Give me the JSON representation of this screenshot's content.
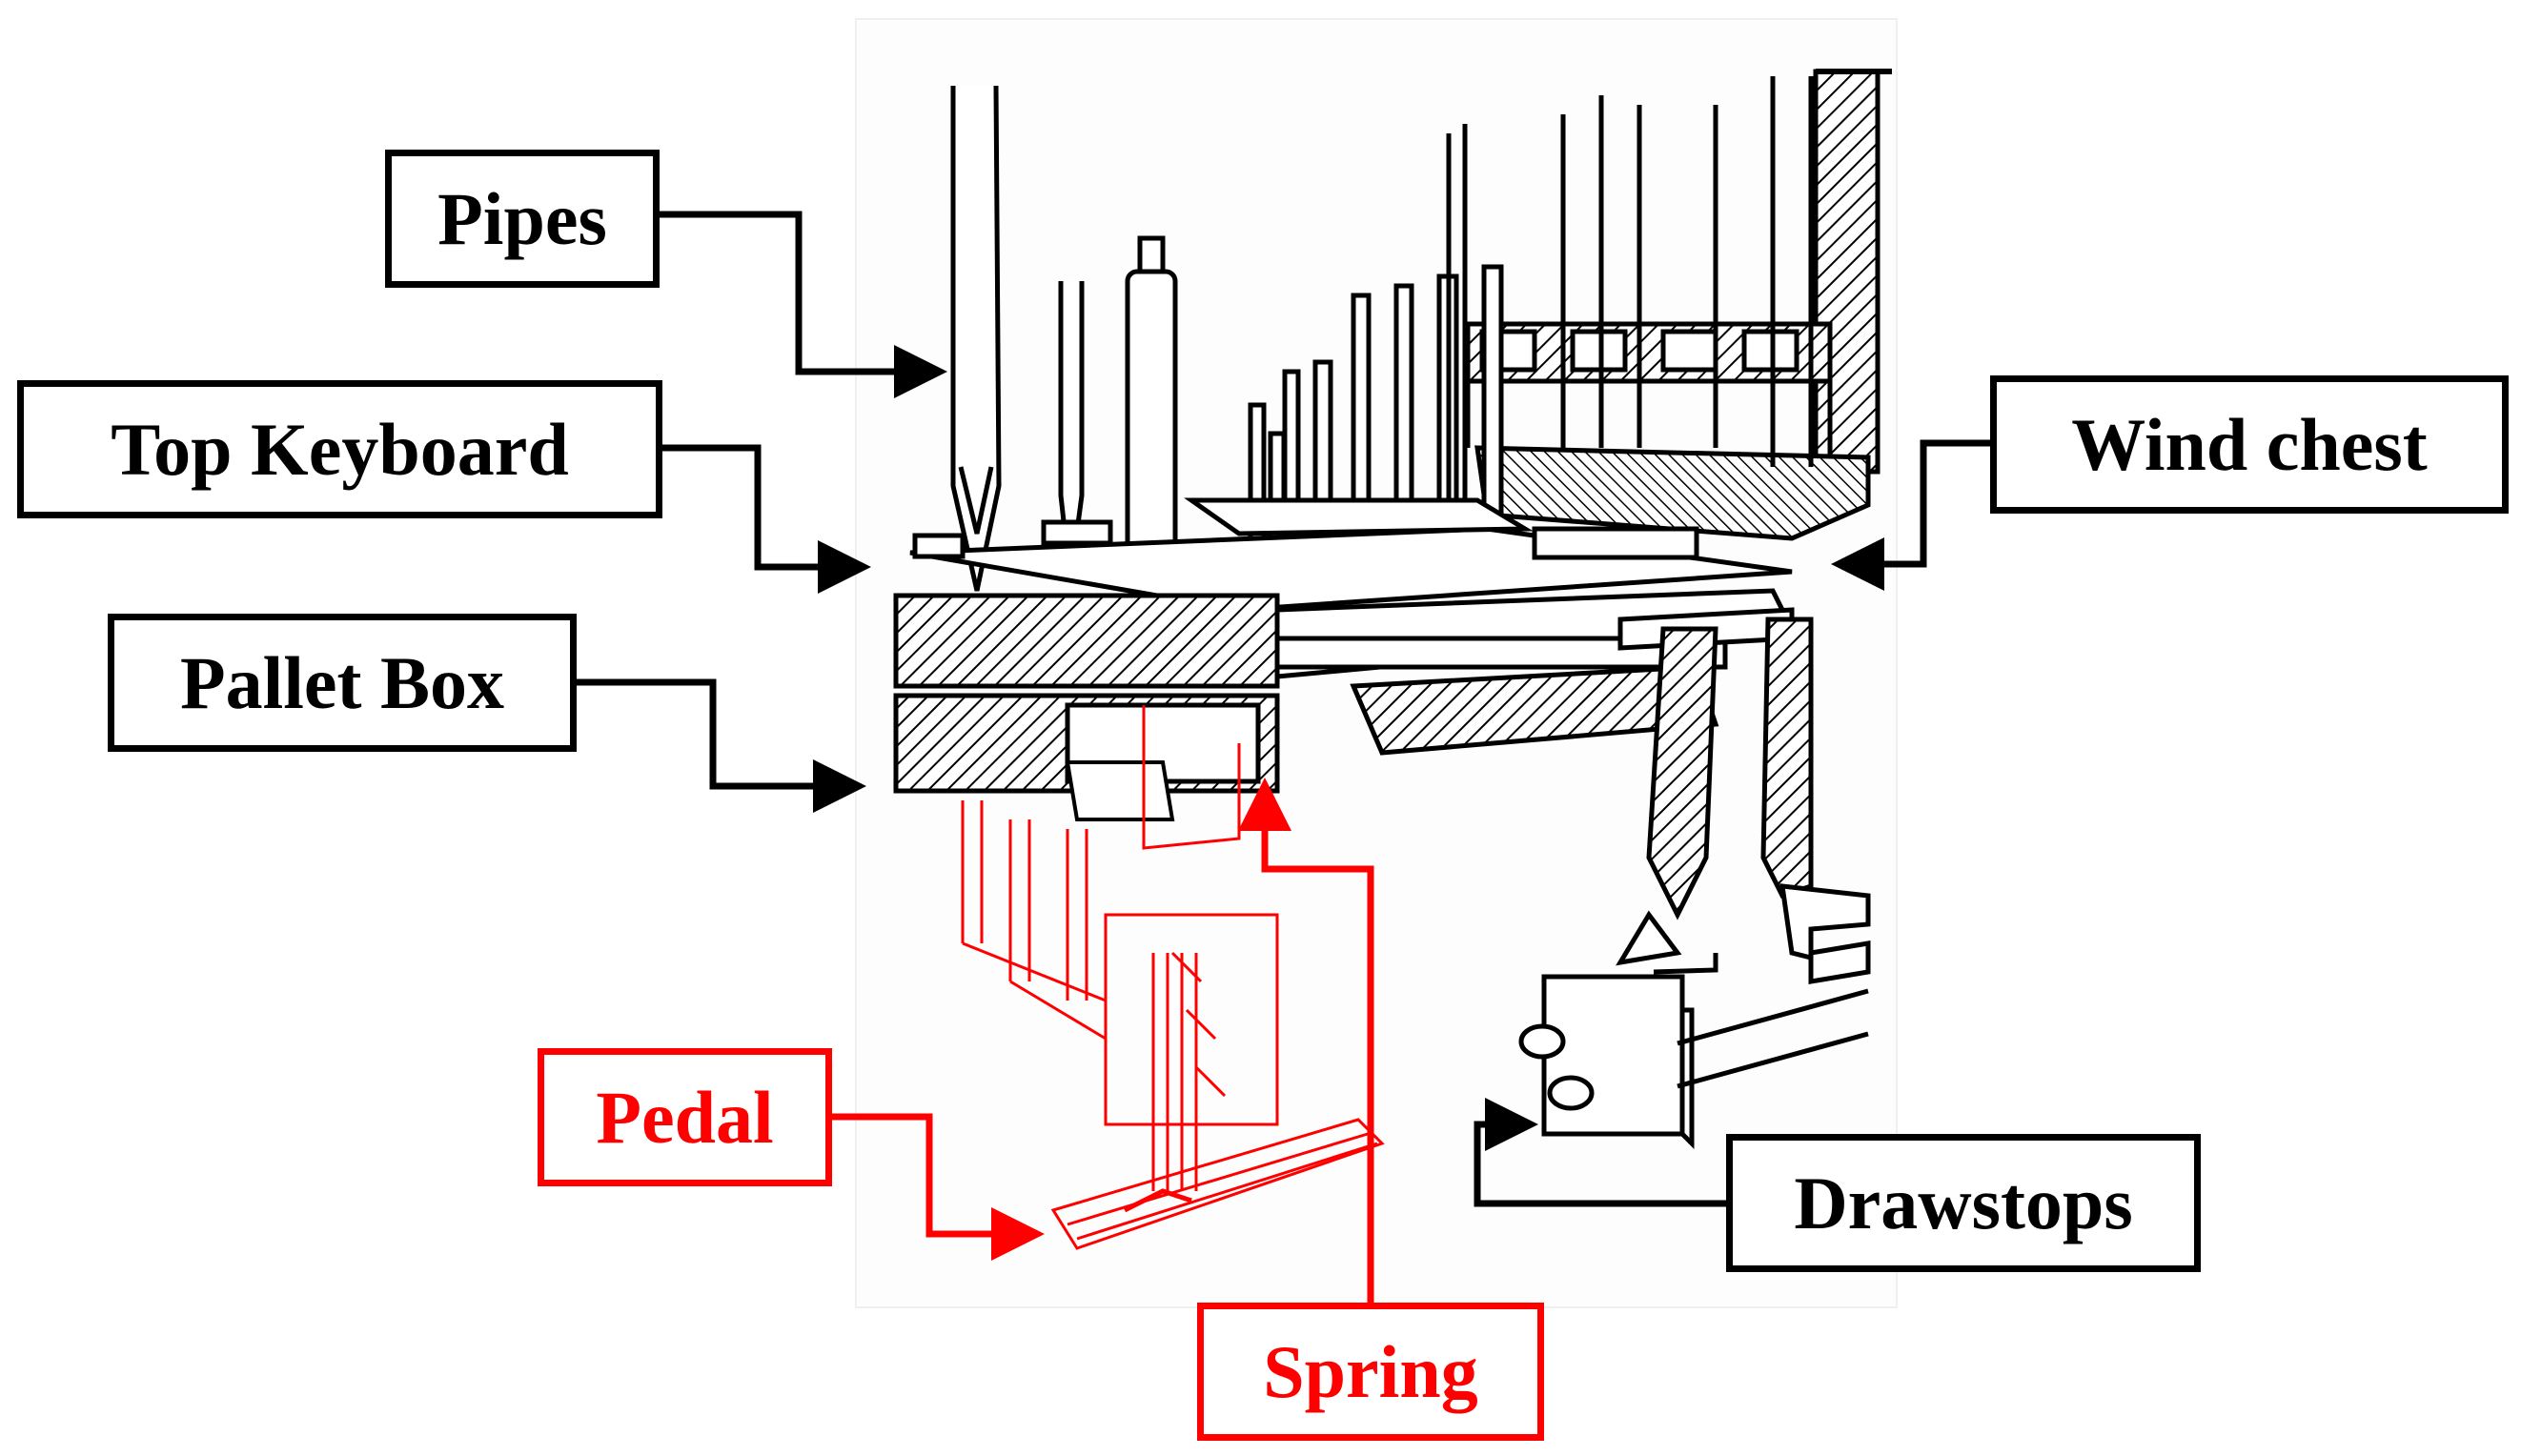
{
  "labels": {
    "pipes": "Pipes",
    "top_keyboard": "Top Keyboard",
    "pallet_box": "Pallet Box",
    "wind_chest": "Wind chest",
    "drawstops": "Drawstops",
    "pedal": "Pedal",
    "spring": "Spring"
  },
  "colors": {
    "label_default": "#000000",
    "label_highlight": "#ff0000",
    "drawing_line": "#000000",
    "drawing_highlight": "#ff0000"
  }
}
